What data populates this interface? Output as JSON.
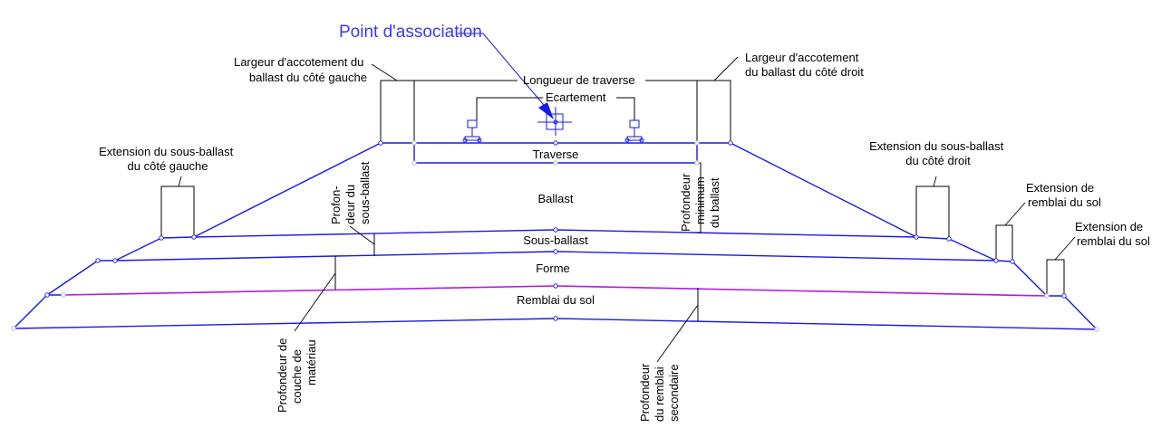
{
  "diagram": {
    "title": "Point d'association",
    "colors": {
      "title": "#3a3af0",
      "layer_line": "#1a1ae6",
      "subgrade_line": "#b01ae6",
      "dimension": "#000000"
    },
    "layers": {
      "traverse": "Traverse",
      "ballast": "Ballast",
      "sous_ballast": "Sous-ballast",
      "forme": "Forme",
      "remblai": "Remblai du sol"
    },
    "dimensions": {
      "longueur_traverse": "Longueur de traverse",
      "ecartement": "Ecartement"
    },
    "callouts": {
      "accotement_gauche": [
        "Largeur d'accotement du",
        "ballast du côté gauche"
      ],
      "accotement_droit": [
        "Largeur d'accotement",
        "du ballast du côté droit"
      ],
      "ext_sous_ballast_gauche": [
        "Extension du sous-ballast",
        "du côté gauche"
      ],
      "ext_sous_ballast_droit": [
        "Extension du sous-ballast",
        "du côté droit"
      ],
      "ext_remblai_1": [
        "Extension de",
        "remblai du sol"
      ],
      "ext_remblai_2": [
        "Extension de",
        "remblai du sol"
      ],
      "prof_sous_ballast": [
        "Profon-",
        "deur du",
        "sous-ballast"
      ],
      "prof_min_ballast": [
        "Profondeur",
        "minimum",
        "du ballast"
      ],
      "prof_couche_materiau": [
        "Profondeur de",
        "couche de",
        "matériau"
      ],
      "prof_remblai_secondaire": [
        "Profondeur",
        "du remblai",
        "secondaire"
      ]
    }
  }
}
